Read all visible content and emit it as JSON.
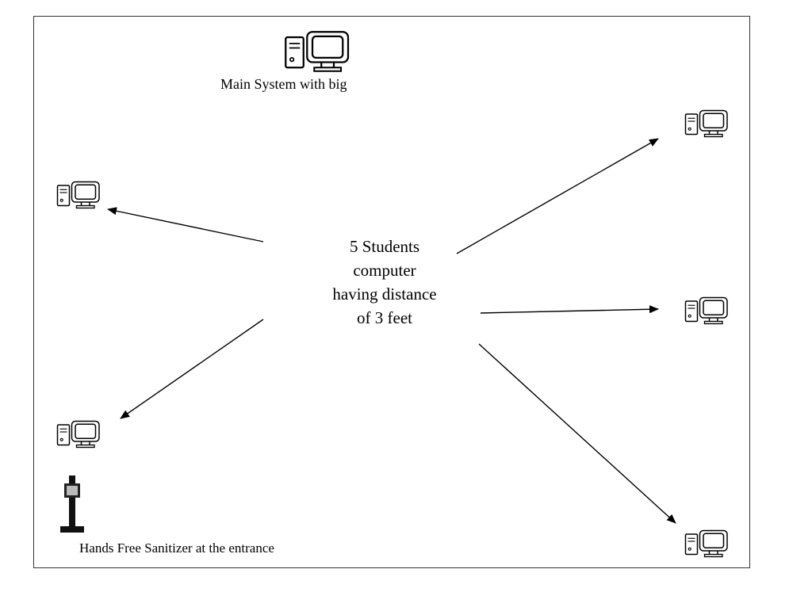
{
  "main_system": {
    "label": "Main System with big",
    "icon": "desktop-computer-icon"
  },
  "center_text": {
    "lines": [
      "5 Students",
      "computer",
      "having distance",
      "of 3 feet"
    ]
  },
  "student_computers": [
    {
      "name": "student-computer-top-right",
      "icon": "desktop-computer-icon"
    },
    {
      "name": "student-computer-left-upper",
      "icon": "desktop-computer-icon"
    },
    {
      "name": "student-computer-middle-right",
      "icon": "desktop-computer-icon"
    },
    {
      "name": "student-computer-left-lower",
      "icon": "desktop-computer-icon"
    },
    {
      "name": "student-computer-bottom-right",
      "icon": "desktop-computer-icon"
    }
  ],
  "sanitizer": {
    "label": "Hands Free Sanitizer at the entrance",
    "icon": "sanitizer-stand-icon"
  },
  "colors": {
    "stroke": "#000000",
    "frame": "#333333",
    "background": "#ffffff"
  }
}
